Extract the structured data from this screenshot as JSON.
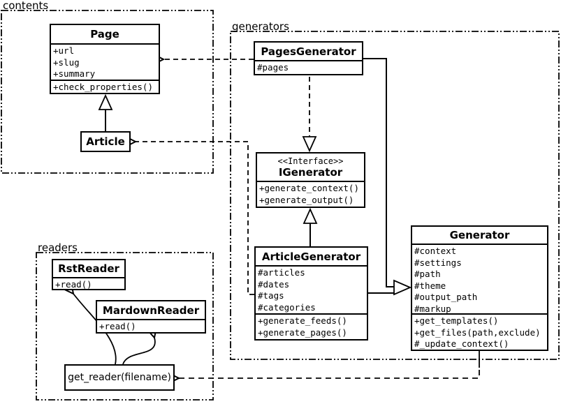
{
  "diagram": {
    "type": "uml-class-diagram",
    "colors": {
      "stroke": "#000000",
      "background": "#ffffff"
    },
    "packages": {
      "contents": {
        "label": "contents"
      },
      "generators": {
        "label": "generators"
      },
      "readers": {
        "label": "readers"
      }
    },
    "classes": {
      "page": {
        "title": "Page",
        "attributes": [
          "+url",
          "+slug",
          "+summary"
        ],
        "methods": [
          "+check_properties()"
        ]
      },
      "article": {
        "title": "Article"
      },
      "pages_generator": {
        "title": "PagesGenerator",
        "attributes": [
          "#pages"
        ]
      },
      "igenerator": {
        "stereotype": "<<Interface>>",
        "title": "IGenerator",
        "methods": [
          "+generate_context()",
          "+generate_output()"
        ]
      },
      "article_generator": {
        "title": "ArticleGenerator",
        "attributes": [
          "#articles",
          "#dates",
          "#tags",
          "#categories"
        ],
        "methods": [
          "+generate_feeds()",
          "+generate_pages()"
        ]
      },
      "generator": {
        "title": "Generator",
        "attributes": [
          "#context",
          "#settings",
          "#path",
          "#theme",
          "#output_path",
          "#markup"
        ],
        "methods": [
          "+get_templates()",
          "+get_files(path,exclude)",
          "#_update_context()"
        ]
      },
      "rst_reader": {
        "title": "RstReader",
        "methods": [
          "+read()"
        ]
      },
      "mardown_reader": {
        "title": "MardownReader",
        "methods": [
          "+read()"
        ]
      },
      "get_reader": {
        "label": "get_reader(filename)"
      }
    },
    "relationships": [
      {
        "from": "Article",
        "to": "Page",
        "type": "inheritance"
      },
      {
        "from": "PagesGenerator",
        "to": "Page",
        "type": "dependency"
      },
      {
        "from": "ArticleGenerator",
        "to": "Article",
        "type": "dependency"
      },
      {
        "from": "PagesGenerator",
        "to": "IGenerator",
        "type": "realization"
      },
      {
        "from": "ArticleGenerator",
        "to": "IGenerator",
        "type": "inheritance"
      },
      {
        "from": "PagesGenerator",
        "to": "Generator",
        "type": "inheritance"
      },
      {
        "from": "ArticleGenerator",
        "to": "Generator",
        "type": "inheritance"
      },
      {
        "from": "Generator",
        "to": "get_reader(filename)",
        "type": "dependency"
      },
      {
        "from": "get_reader(filename)",
        "to": "RstReader",
        "type": "arrow"
      },
      {
        "from": "get_reader(filename)",
        "to": "MardownReader",
        "type": "arrow"
      }
    ]
  }
}
